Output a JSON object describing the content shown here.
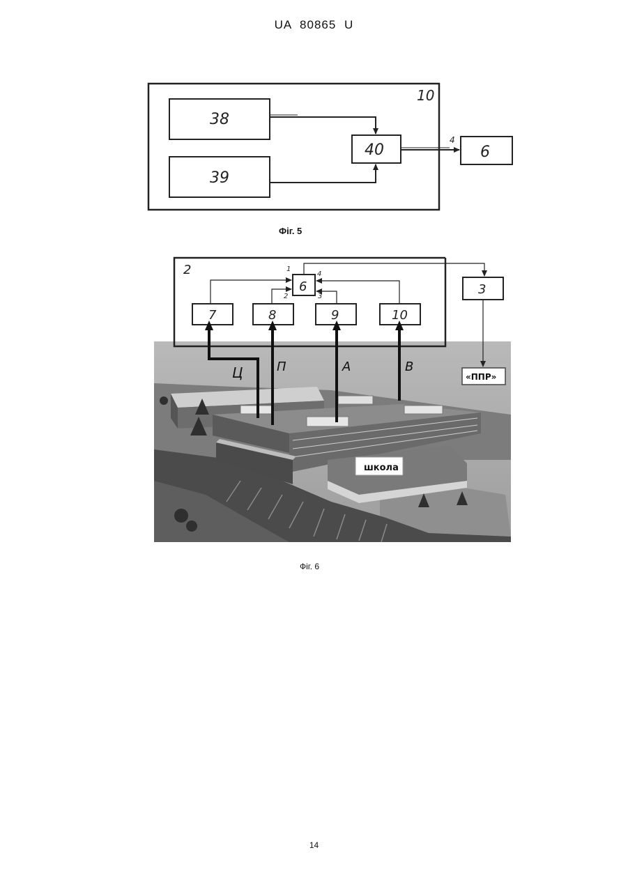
{
  "header": {
    "patent_number": "UA   80865   U"
  },
  "fig5": {
    "caption": "Фіг. 5",
    "outer_label": "10",
    "block_a": "38",
    "block_b": "39",
    "block_c": "40",
    "block_out": "6",
    "line_label": "4"
  },
  "fig6": {
    "caption": "Фіг. 6",
    "frame_label": "2",
    "center_block": "6",
    "sensors": [
      "7",
      "8",
      "9",
      "10"
    ],
    "port_labels": [
      "1",
      "2",
      "3",
      "4"
    ],
    "transmit_block": "3",
    "receiver": "«ППР»",
    "channel_labels": [
      "Ц",
      "П",
      "А",
      "В"
    ],
    "building_label": "школа"
  },
  "footer": {
    "page_number": "14"
  }
}
